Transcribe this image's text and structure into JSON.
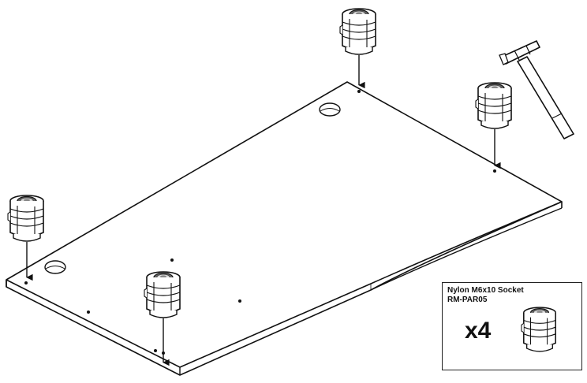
{
  "parts_box": {
    "part_name": "Nylon M6x10 Socket",
    "part_code": "RM-PAR05",
    "quantity_label": "x4"
  },
  "icons": [
    "threaded-insert-icon",
    "hammer-icon",
    "down-arrow-icon"
  ],
  "colors": {
    "line": "#111111",
    "thread_shade": "#777777",
    "background": "#ffffff"
  }
}
